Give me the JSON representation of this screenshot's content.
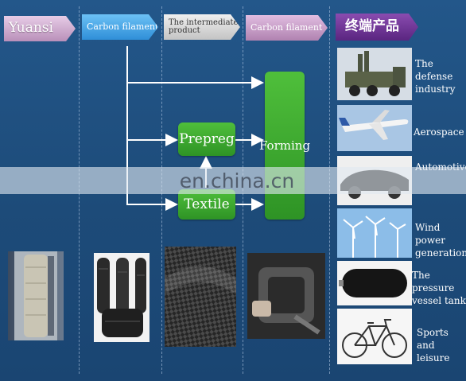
{
  "stages": [
    {
      "label": "Yuansi",
      "style": "pink"
    },
    {
      "label": "Carbon filament",
      "style": "blue"
    },
    {
      "label": "The intermediate\nproduct",
      "style": "grey"
    },
    {
      "label": "Carbon filament",
      "style": "pink"
    },
    {
      "label": "终端产品",
      "style": "purple"
    }
  ],
  "process_nodes": {
    "prepreg": "Prepreg",
    "textile": "Textile",
    "forming": "Forming"
  },
  "applications": [
    {
      "label": "The defense\nindustry",
      "icon": "military-truck-icon"
    },
    {
      "label": "Aerospace",
      "icon": "airplane-icon"
    },
    {
      "label": "Automotive",
      "icon": "car-icon"
    },
    {
      "label": "Wind power\ngeneration",
      "icon": "wind-turbine-icon"
    },
    {
      "label": "The pressure\nvessel tank",
      "icon": "pressure-tank-icon"
    },
    {
      "label": "Sports and\nleisure",
      "icon": "bicycle-icon"
    }
  ],
  "watermark": "en.china.cn",
  "colors": {
    "background": "#1f4e7a",
    "chevron_pink": "#c9a3c9",
    "chevron_blue": "#3fa3e6",
    "chevron_grey": "#d8d8d8",
    "chevron_purple": "#6a2f8f",
    "box_green": "#3aa62f",
    "arrow": "#ffffff"
  }
}
